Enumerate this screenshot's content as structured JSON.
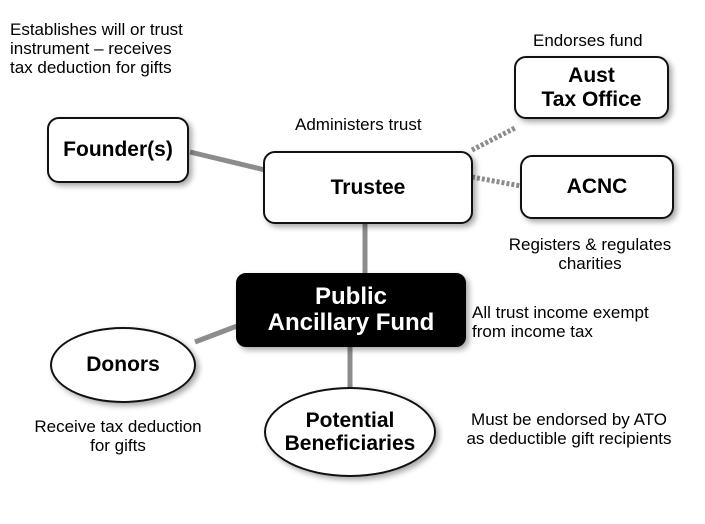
{
  "nodes": {
    "founder": "Founder(s)",
    "trustee": "Trustee",
    "ato": "Aust\nTax Office",
    "acnc": "ACNC",
    "fund": "Public\nAncillary Fund",
    "donors": "Donors",
    "beneficiaries": "Potential\nBeneficiaries"
  },
  "annotations": {
    "founder": "Establishes will or trust\ninstrument – receives\ntax deduction for gifts",
    "trustee": "Administers trust",
    "ato": "Endorses fund",
    "acnc": "Registers & regulates\ncharities",
    "fund": "All trust income exempt\nfrom income tax",
    "donors": "Receive tax deduction\nfor gifts",
    "beneficiaries": "Must be endorsed by ATO\nas deductible gift recipients"
  },
  "colors": {
    "solid_link": "#8c8c8c",
    "dotted_link": "#8c8c8c",
    "fund_fill": "#000000",
    "node_fill": "#ffffff"
  }
}
